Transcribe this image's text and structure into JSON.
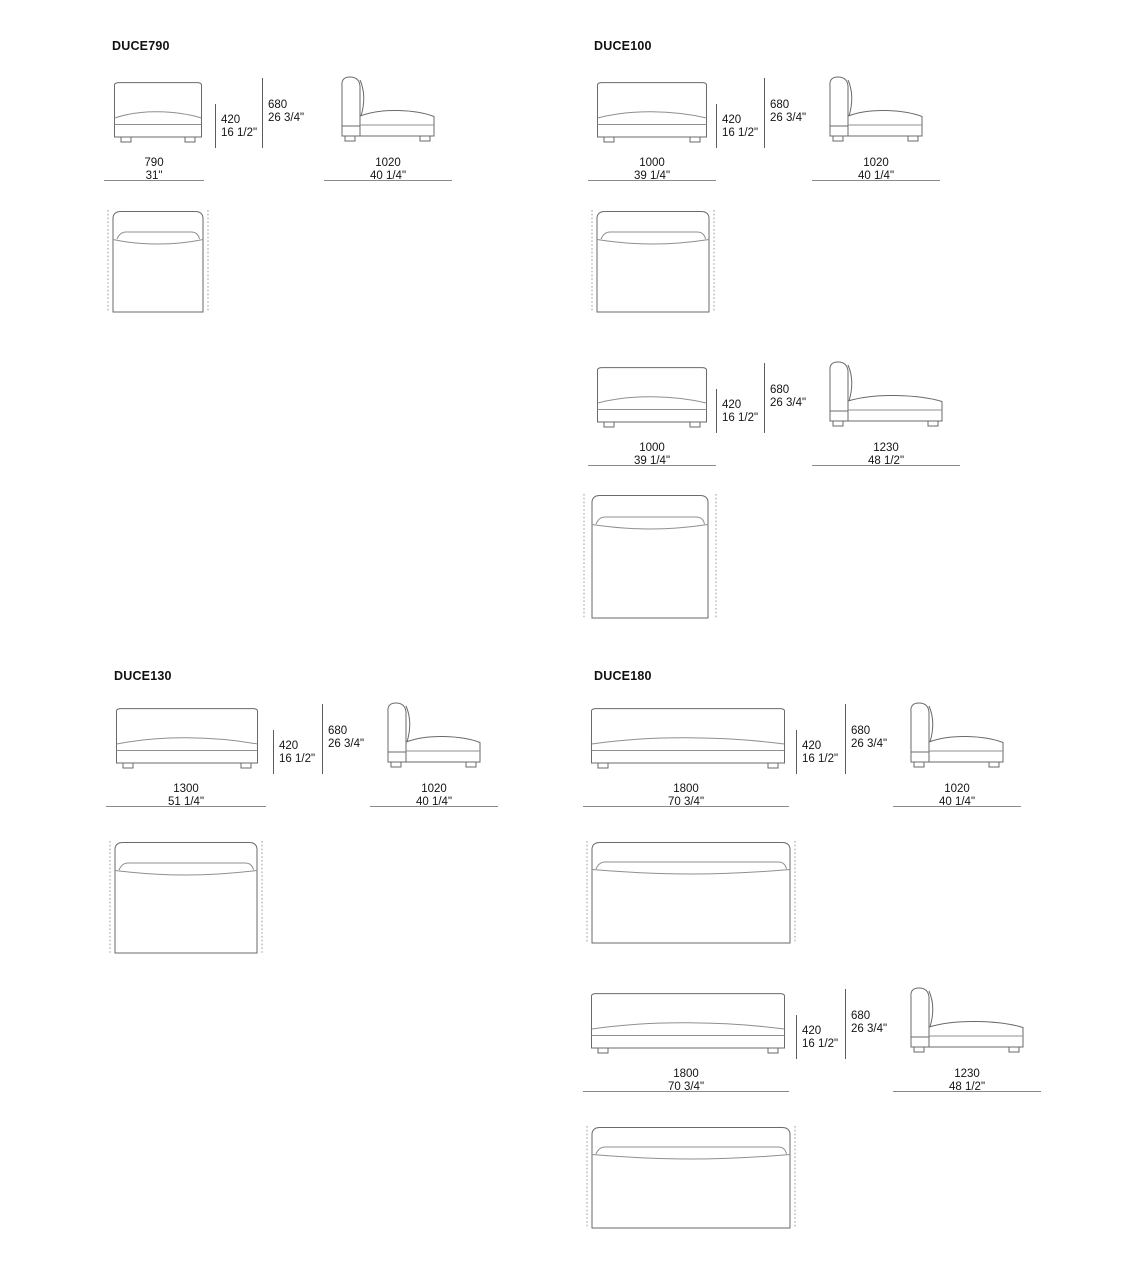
{
  "sheet": {
    "line_color": "#6a6a6a",
    "detail_line_color": "#9a9a9a",
    "dashed_line_color": "#9b9b9b",
    "text_color": "#141414"
  },
  "modules": [
    {
      "id": "duce790",
      "title": "DUCE790",
      "views": [
        {
          "view": "front",
          "width_mm": "790",
          "width_in": "31\"",
          "seat_height_mm": "420",
          "seat_height_in": "16 1/2\"",
          "back_height_mm": "680",
          "back_height_in": "26 3/4\""
        },
        {
          "view": "side",
          "depth_mm": "1020",
          "depth_in": "40 1/4\""
        },
        {
          "view": "plan"
        }
      ]
    },
    {
      "id": "duce100",
      "title": "DUCE100",
      "views": [
        {
          "view": "front",
          "width_mm": "1000",
          "width_in": "39 1/4\"",
          "seat_height_mm": "420",
          "seat_height_in": "16 1/2\"",
          "back_height_mm": "680",
          "back_height_in": "26 3/4\""
        },
        {
          "view": "side",
          "depth_mm": "1020",
          "depth_in": "40 1/4\""
        },
        {
          "view": "plan"
        },
        {
          "view": "front",
          "width_mm": "1000",
          "width_in": "39 1/4\"",
          "seat_height_mm": "420",
          "seat_height_in": "16 1/2\"",
          "back_height_mm": "680",
          "back_height_in": "26 3/4\""
        },
        {
          "view": "side",
          "depth_mm": "1230",
          "depth_in": "48 1/2\""
        },
        {
          "view": "plan"
        }
      ]
    },
    {
      "id": "duce130",
      "title": "DUCE130",
      "views": [
        {
          "view": "front",
          "width_mm": "1300",
          "width_in": "51 1/4\"",
          "seat_height_mm": "420",
          "seat_height_in": "16 1/2\"",
          "back_height_mm": "680",
          "back_height_in": "26 3/4\""
        },
        {
          "view": "side",
          "depth_mm": "1020",
          "depth_in": "40 1/4\""
        },
        {
          "view": "plan"
        }
      ]
    },
    {
      "id": "duce180",
      "title": "DUCE180",
      "views": [
        {
          "view": "front",
          "width_mm": "1800",
          "width_in": "70 3/4\"",
          "seat_height_mm": "420",
          "seat_height_in": "16 1/2\"",
          "back_height_mm": "680",
          "back_height_in": "26 3/4\""
        },
        {
          "view": "side",
          "depth_mm": "1020",
          "depth_in": "40 1/4\""
        },
        {
          "view": "plan"
        },
        {
          "view": "front",
          "width_mm": "1800",
          "width_in": "70 3/4\"",
          "seat_height_mm": "420",
          "seat_height_in": "16 1/2\"",
          "back_height_mm": "680",
          "back_height_in": "26 3/4\""
        },
        {
          "view": "side",
          "depth_mm": "1230",
          "depth_in": "48 1/2\""
        },
        {
          "view": "plan"
        }
      ]
    }
  ]
}
